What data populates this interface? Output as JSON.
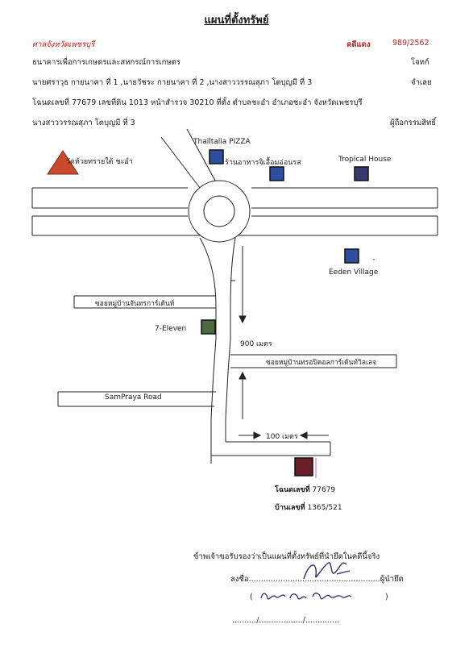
{
  "doc": {
    "title": "แผนที่ตั้งทรัพย์",
    "court": "ศาลจังหวัดเพชรบุรี",
    "case_label": "คดีแดง",
    "case_number": "989/2562",
    "plaintiff_text": "ธนาคารเพื่อการเกษตรและสหกรณ์การเกษตร",
    "plaintiff_role": "โจทก์",
    "defendants_text": "นายศราวุธ กายนาคา ที่ 1 ,นายวัชระ กายนาคา ที่ 2 ,นางสาววรรณสุภา โตบุญมี ที่ 3",
    "defendants_role": "จำเลย",
    "deed_text": "โฉนดเลขที่ 77679 เลขที่ดิน 1013 หน้าสำรวจ 30210 ที่ตั้ง ตำบลชะอำ อำเภอชะอำ จังหวัดเพชรบุรี",
    "owner_text": "นางสาววรรณสุภา โตบุญมี ที่ 3",
    "owner_role": "ผู้ถือกรรมสิทธิ์"
  },
  "map": {
    "temple": "วัดห้วยทรายใต้ ชะอำ",
    "pizza": "Thailtalia PIZZA",
    "restaurant": "ร้านอาหารจิเอื้อมอ่อนรส",
    "tropical": "Tropical House",
    "eeden": "Eeden Village",
    "soi1": "ซอยหมู่บ้านจันทรการ์เด้นท์",
    "seven": "7-Eleven",
    "dist900": "900 เมตร",
    "soi2": "ซอยหมู่บ้านทรอปิคอลการ์เด้นท์วิลเลจ",
    "sampraya": "SamPraya Road",
    "dist100": "100 เมตร",
    "deed_label": "โฉนดเลขที่",
    "deed_no": "77679",
    "house_label": "บ้านเลขที่",
    "house_no": "1365/521",
    "colors": {
      "marker_blue": "#2f4f9e",
      "marker_navy": "#3a3670",
      "marker_green": "#4d6b3a",
      "marker_maroon": "#6b1e28",
      "temple_red": "#c94a2a"
    }
  },
  "footer": {
    "certify": "ข้าพเจ้าขอรับรองว่าเป็นแผนที่ตั้งทรัพย์ที่นำยึดในคดีนี้จริง",
    "sign_prefix": "ลงชื่อ",
    "sign_dots": "......................................................",
    "sign_role": "ผู้นำยึด",
    "name_paren_open": "(",
    "name_paren_close": ")",
    "date_dots": "........../................../.............."
  }
}
